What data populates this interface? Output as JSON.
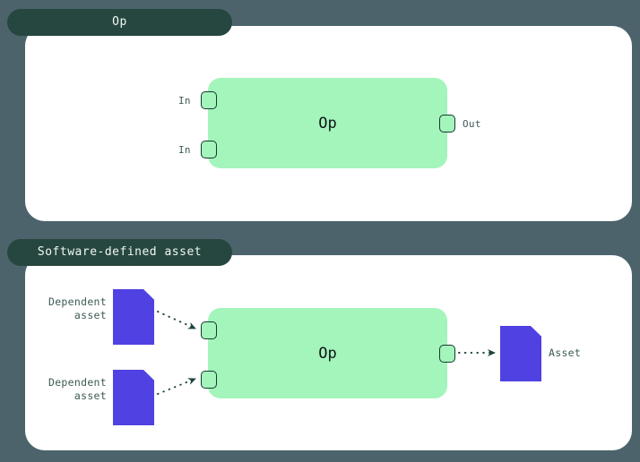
{
  "background_color": "#4c636b",
  "accent_colors": {
    "panel_bg": "#ffffff",
    "tab_bg": "#26473f",
    "tab_text": "#f2f7f5",
    "op_node_fill": "#a4f5bb",
    "port_border": "#133a2d",
    "asset_fill": "#4f41e2",
    "label_text": "#3c5a55",
    "connector": "#1d4438"
  },
  "panels": [
    {
      "id": "op",
      "tab_label": "Op",
      "op_label": "Op",
      "ports": [
        {
          "name": "in-1",
          "label": "In",
          "side": "left"
        },
        {
          "name": "in-2",
          "label": "In",
          "side": "left"
        },
        {
          "name": "out-1",
          "label": "Out",
          "side": "right"
        }
      ]
    },
    {
      "id": "software-defined-asset",
      "tab_label": "Software-defined asset",
      "op_label": "Op",
      "ports": [
        {
          "name": "in-1",
          "label": "",
          "side": "left"
        },
        {
          "name": "in-2",
          "label": "",
          "side": "left"
        },
        {
          "name": "out-1",
          "label": "",
          "side": "right"
        }
      ],
      "nodes": [
        {
          "name": "dependent-asset-1",
          "label": "Dependent\nasset",
          "icon": "document-icon"
        },
        {
          "name": "dependent-asset-2",
          "label": "Dependent\nasset",
          "icon": "document-icon"
        },
        {
          "name": "output-asset",
          "label": "Asset",
          "icon": "document-icon"
        }
      ],
      "connectors": [
        {
          "from": "dependent-asset-1",
          "to": "in-1",
          "style": "dotted-arrow"
        },
        {
          "from": "dependent-asset-2",
          "to": "in-2",
          "style": "dotted-arrow"
        },
        {
          "from": "out-1",
          "to": "output-asset",
          "style": "dotted-arrow"
        }
      ]
    }
  ]
}
